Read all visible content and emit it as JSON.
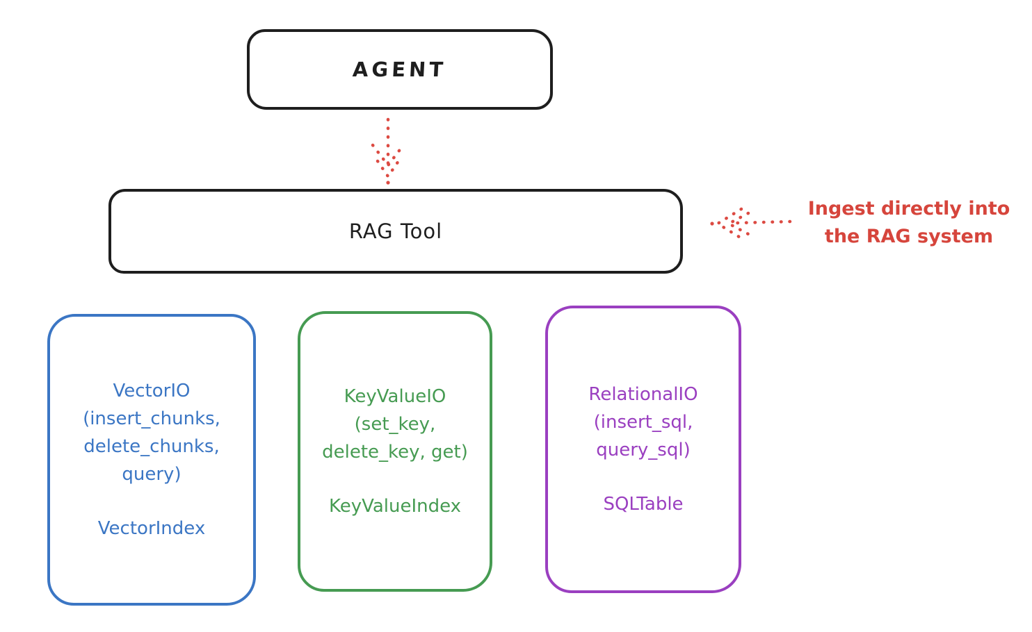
{
  "diagram": {
    "agent": {
      "label": "AGENT"
    },
    "rag_tool": {
      "label": "RAG Tool"
    },
    "annotation": {
      "line1": "Ingest directly into",
      "line2": "the RAG system",
      "color": "#d6453c"
    },
    "arrows": [
      {
        "name": "agent-to-ragtool",
        "style": "dotted",
        "color": "#dc4a42",
        "direction": "down"
      },
      {
        "name": "annotation-to-ragtool",
        "style": "dotted",
        "color": "#dc4a42",
        "direction": "left"
      }
    ],
    "stores": [
      {
        "id": "vector-io",
        "color": "#3b76c4",
        "lines": [
          "VectorIO",
          "(insert_chunks,",
          "delete_chunks,",
          "query)"
        ],
        "index_label": "VectorIndex"
      },
      {
        "id": "keyvalue-io",
        "color": "#469b52",
        "lines": [
          "KeyValueIO",
          "(set_key,",
          "delete_key, get)"
        ],
        "index_label": "KeyValueIndex"
      },
      {
        "id": "relational-io",
        "color": "#9a3fc0",
        "lines": [
          "RelationalIO",
          "(insert_sql,",
          "query_sql)"
        ],
        "index_label": "SQLTable"
      }
    ],
    "palette": {
      "stroke_black": "#1e1e1e",
      "red": "#dc4a42",
      "blue": "#3b76c4",
      "green": "#469b52",
      "purple": "#9a3fc0",
      "background": "#ffffff"
    }
  }
}
